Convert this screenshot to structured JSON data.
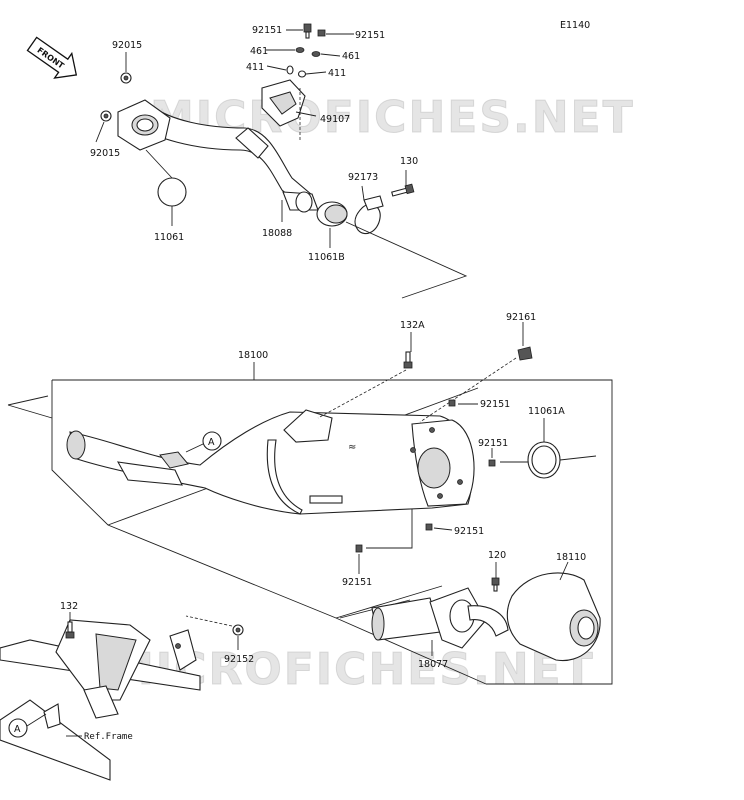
{
  "diagram_code": "E1140",
  "front_indicator": "FRONT",
  "watermark": "MICROFICHES.NET",
  "ref_label": "Ref.Frame",
  "callout_letter": "A",
  "parts": {
    "p92151_a": "92151",
    "p92151_b": "92151",
    "p461_a": "461",
    "p461_b": "461",
    "p411_a": "411",
    "p411_b": "411",
    "p92015_a": "92015",
    "p92015_b": "92015",
    "p49107": "49107",
    "p11061": "11061",
    "p18088": "18088",
    "p11061b": "11061B",
    "p92173": "92173",
    "p130": "130",
    "p18100": "18100",
    "p132a": "132A",
    "p92161": "92161",
    "p92151_c": "92151",
    "p92151_d": "92151",
    "p92151_e": "92151",
    "p92151_f": "92151",
    "p11061a": "11061A",
    "p120": "120",
    "p18110": "18110",
    "p18077": "18077",
    "p132": "132",
    "p92152": "92152"
  }
}
